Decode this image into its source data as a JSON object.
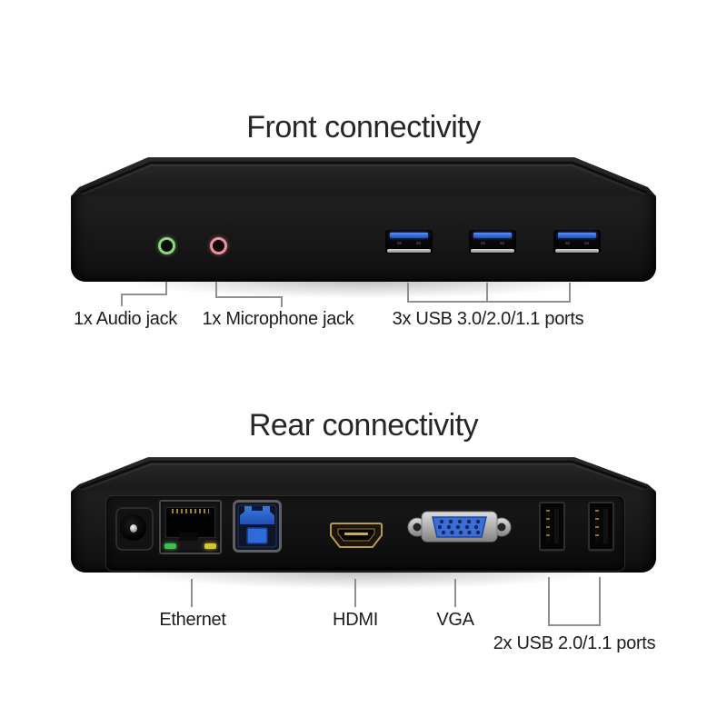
{
  "front": {
    "title": "Front connectivity",
    "callouts": {
      "audio": "1x Audio jack",
      "microphone": "1x Microphone jack",
      "usb": "3x USB 3.0/2.0/1.1 ports"
    },
    "ports": [
      {
        "name": "audio-jack",
        "ring_color": "#90d481"
      },
      {
        "name": "microphone-jack",
        "ring_color": "#f08f9f"
      },
      {
        "name": "usb3-ports",
        "count": 3,
        "tongue_color": "#2e63d8"
      }
    ]
  },
  "rear": {
    "title": "Rear connectivity",
    "callouts": {
      "ethernet": "Ethernet",
      "hdmi": "HDMI",
      "vga": "VGA",
      "usb": "2x USB 2.0/1.1 ports"
    },
    "ports": [
      {
        "name": "dc-power-jack"
      },
      {
        "name": "ethernet-port",
        "led_left": "#3fbf4b",
        "led_right": "#d9c530"
      },
      {
        "name": "usb-b-port",
        "accent": "#2f6bd6"
      },
      {
        "name": "hdmi-port",
        "accent": "#c8ab5c"
      },
      {
        "name": "vga-port",
        "accent": "#3a6fd8"
      },
      {
        "name": "usb2-ports",
        "count": 2
      }
    ]
  },
  "colors": {
    "background": "#ffffff",
    "title_text": "#262626",
    "label_text": "#1c1c1c",
    "callout_line": "#8f8f8f",
    "device_body": "#1a1a1a"
  }
}
